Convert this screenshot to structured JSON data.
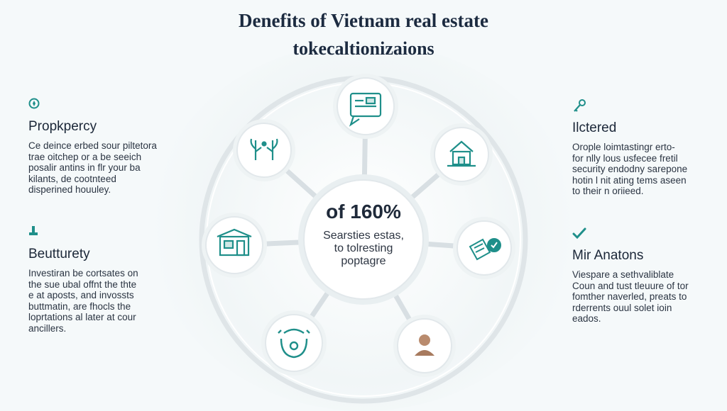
{
  "header": {
    "title_line1": "Denefits of Vietnam real estate",
    "title_line2": "tokecaltionizaions"
  },
  "center": {
    "stat": "of 160%",
    "caption": "Searsties estas,\nto tolresting\npoptagre"
  },
  "features": [
    {
      "id": "left-top",
      "icon": "compass-icon",
      "title": "Propkpercy",
      "text": "Ce deince erbed sour piltetora\ntrae oitchep or a be seeich\nposalir antins in flr your ba\nkilants, de cootnteed\ndisperined houuley."
    },
    {
      "id": "left-bottom",
      "icon": "stamp-icon",
      "title": "Beutturety",
      "text": "Investiran be cortsates on\nthe sue ubal offnt the thte\ne at aposts, and invossts\nbuttmatin, are fhocls the\nloprtations al later at cour\nancillers."
    },
    {
      "id": "right-top",
      "icon": "key-icon",
      "title": "Ilctered",
      "text": "Orople loimtastingr erto-\nfor nlly lous usfecee fretil\nsecurity endodny sarepone\nhotin l nit ating tems aseen\nto their n oriieed."
    },
    {
      "id": "right-bottom",
      "icon": "check-icon",
      "title": "Mir Anatons",
      "text": "Viespare a sethvaliblate\nCoun and tust tleuure of tor\nfomther naverled, preats to\nrderrents ouul solet ioin\neados."
    }
  ],
  "colors": {
    "accent": "#1f8f8a",
    "title": "#1c2b40",
    "ring": "#dfe5e8",
    "node_fill": "#ffffff"
  }
}
